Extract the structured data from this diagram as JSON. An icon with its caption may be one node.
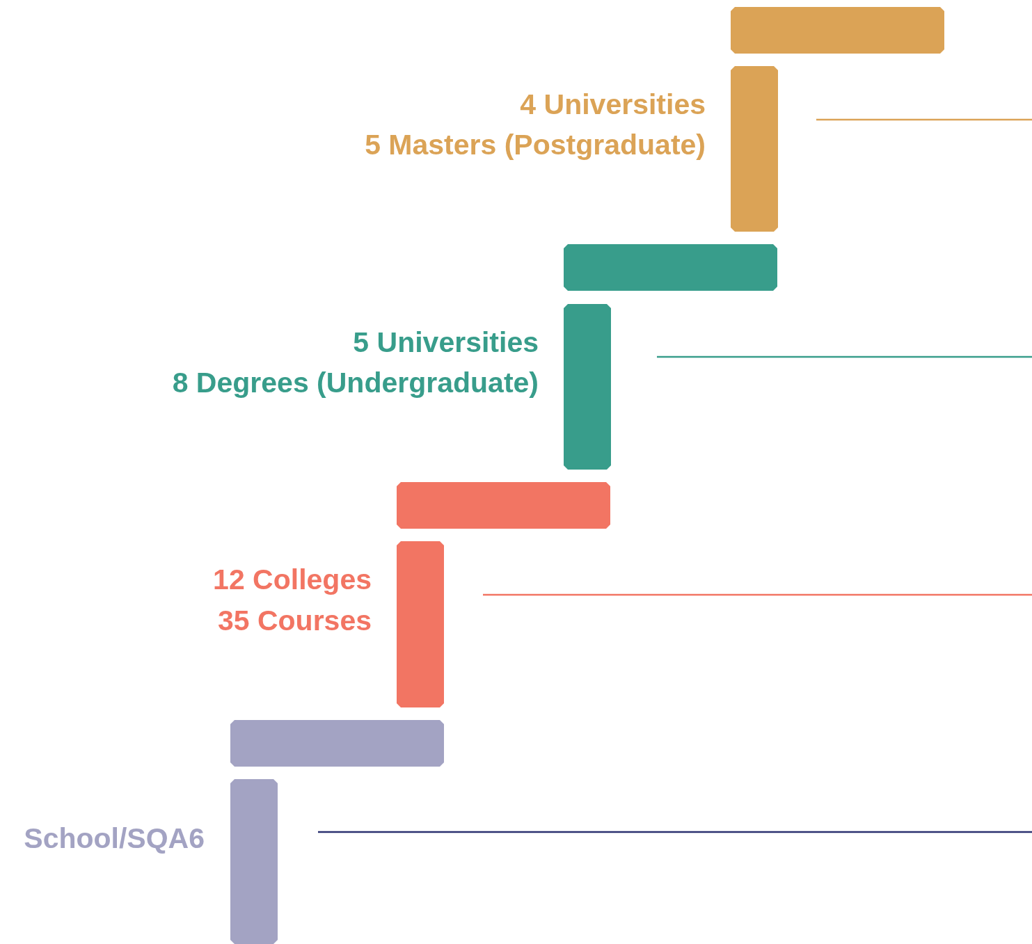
{
  "diagram": {
    "labels": [
      "4 Universities",
      "5 Masters (Postgraduate)",
      "5 Universities",
      "8 Degrees (Undergraduate)",
      "12 Colleges",
      "35 Courses",
      "School/SQA6"
    ]
  }
}
